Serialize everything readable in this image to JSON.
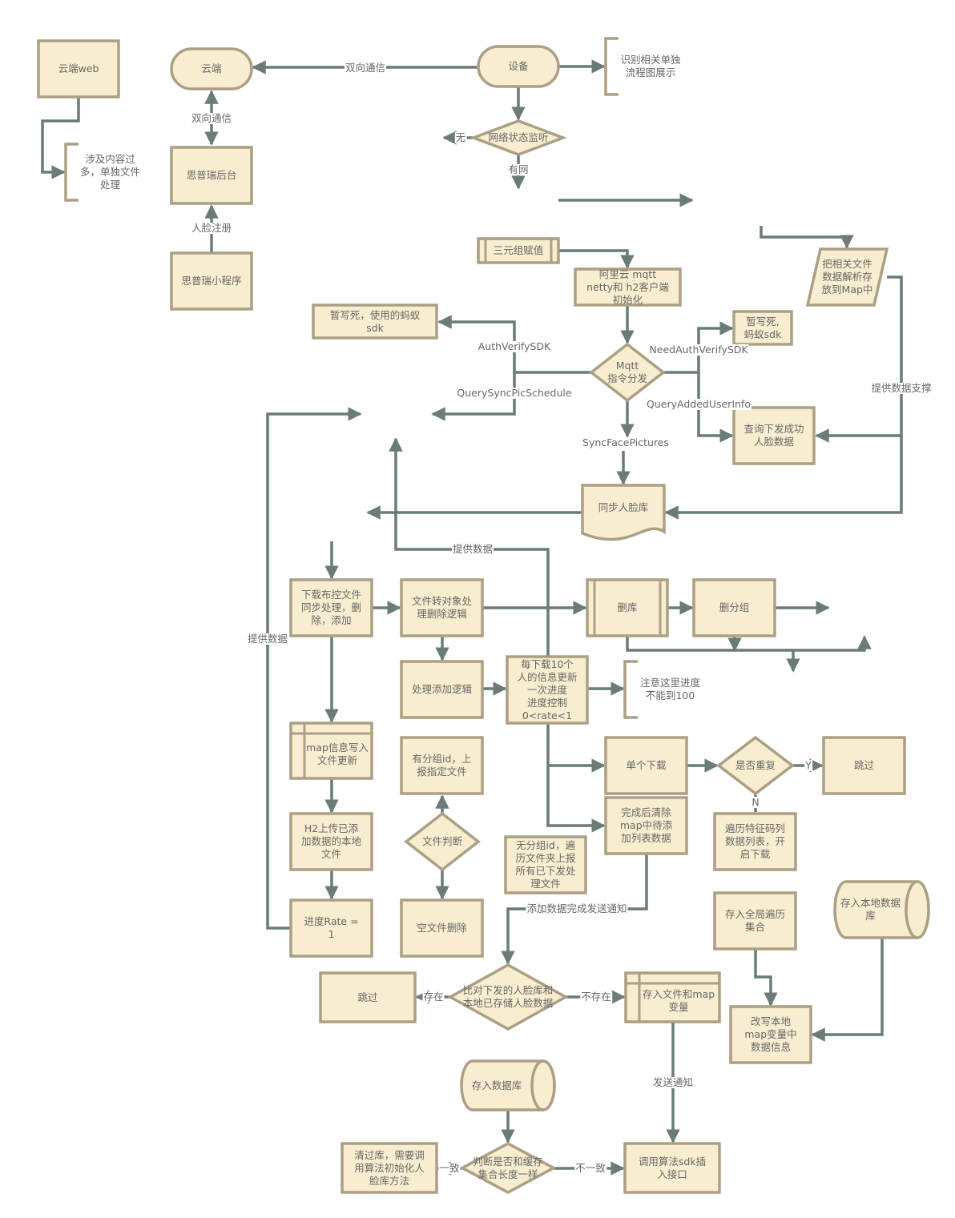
{
  "colors": {
    "fill": "#f8edcf",
    "stroke": "#ab9f84",
    "edge": "#6a7b78",
    "text": "#676767"
  },
  "nodes": {
    "web": "云端web",
    "cloud": "云端",
    "device": "设备",
    "note1": "识别相关单独\n流程图展示",
    "note2": "涉及内容过\n多，单独文件\n处理",
    "backend": "思普瑞后台",
    "miniprog": "思普瑞小程序",
    "net": "网络状态监听",
    "triple": "三元组赋值",
    "aliyun": "阿里云 mqtt\nnetty和 h2客户端\n初始化",
    "antsdk": "暂写死，使用的蚂蚁\nsdk",
    "antsdk2": "暂写死,\n蚂蚁sdk",
    "parse": "把相关文件\n数据解析存\n放到Map中",
    "mqtt": "Mqtt\n指令分发",
    "query": "查询下发成功\n人脸数据",
    "syncface": "同步人脸库",
    "download": "下载布控文件\n同步处理，删\n除，添加",
    "convert": "文件转对象处\n理删除逻辑",
    "dellib": "删库",
    "delgroup": "删分组",
    "addlogic": "处理添加逻辑",
    "every10": "每下载10个\n人的信息更新\n一次进度\n进度控制\n0<rate<1",
    "note3": "注意这里进度\n不能到100",
    "mapwrite": "map信息写入\n文件更新",
    "hasgroup": "有分组id，上\n报指定文件",
    "single": "单个下载",
    "dup": "是否重复",
    "skip1": "跳过",
    "clearmap": "完成后清除\nmap中待添\n加列表数据",
    "traverse": "遍历特征码列\n数据列表，开\n启下载",
    "h2": "H2上传已添\n加数据的本地\n文件",
    "filejudge": "文件判断",
    "nogroup": "无分组id，遍\n历文件夹上报\n所有已下发处\n理文件",
    "rate1": "进度Rate =\n1",
    "emptydel": "空文件删除",
    "saveglobal": "存入全局遍历\n集合",
    "localdb": "存入本地数据库",
    "skip2": "跳过",
    "compare": "比对下发的人脸库和\n本地已存储人脸数据",
    "savefile": "存入文件和map\n变量",
    "rewrite": "改写本地\nmap变量中\n数据信息",
    "savedb": "存入数据库",
    "clear": "清过库，需要调\n用算法初始化人\n脸库方法",
    "samelen": "判断是否和缓存\n集合长度一样",
    "callsdk": "调用算法sdk插\n入接口"
  },
  "edge_labels": {
    "bidir1": "双向通信",
    "bidir2": "双向通信",
    "facereg": "人脸注册",
    "nonet": "无",
    "hasnet": "有网",
    "auth": "AuthVerifySDK",
    "needauth": "NeedAuthVerifySDK",
    "querysync": "QuerySyncPicSchedule",
    "queryadded": "QueryAddedUserInfo",
    "syncpics": "SyncFacePictures",
    "support": "提供数据支撑",
    "provide1": "提供数据",
    "provide2": "提供数据",
    "yes": "Y",
    "no": "N",
    "notify1": "添加数据完成发送通知",
    "exists": "存在",
    "notexists": "不存在",
    "notify2": "发送通知",
    "same": "一致",
    "notsame": "不一致"
  }
}
